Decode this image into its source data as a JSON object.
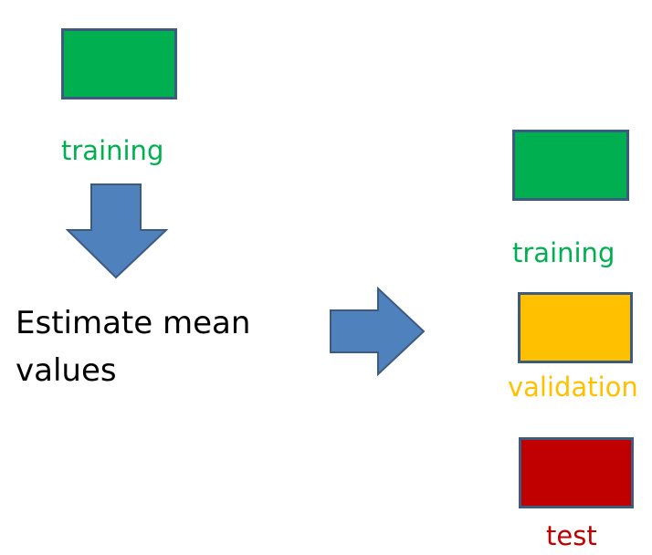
{
  "colors": {
    "training": "#00b050",
    "validation": "#ffc000",
    "test": "#c00000",
    "arrow_fill": "#4f81bd",
    "border": "#3d5a80"
  },
  "left": {
    "box_label": "training",
    "arrow_icon": "down-arrow-icon",
    "step_text_line1": "Estimate mean",
    "step_text_line2": "values"
  },
  "middle": {
    "arrow_icon": "right-arrow-icon"
  },
  "right": {
    "training_label": "training",
    "validation_label": "validation",
    "test_label": "test"
  }
}
